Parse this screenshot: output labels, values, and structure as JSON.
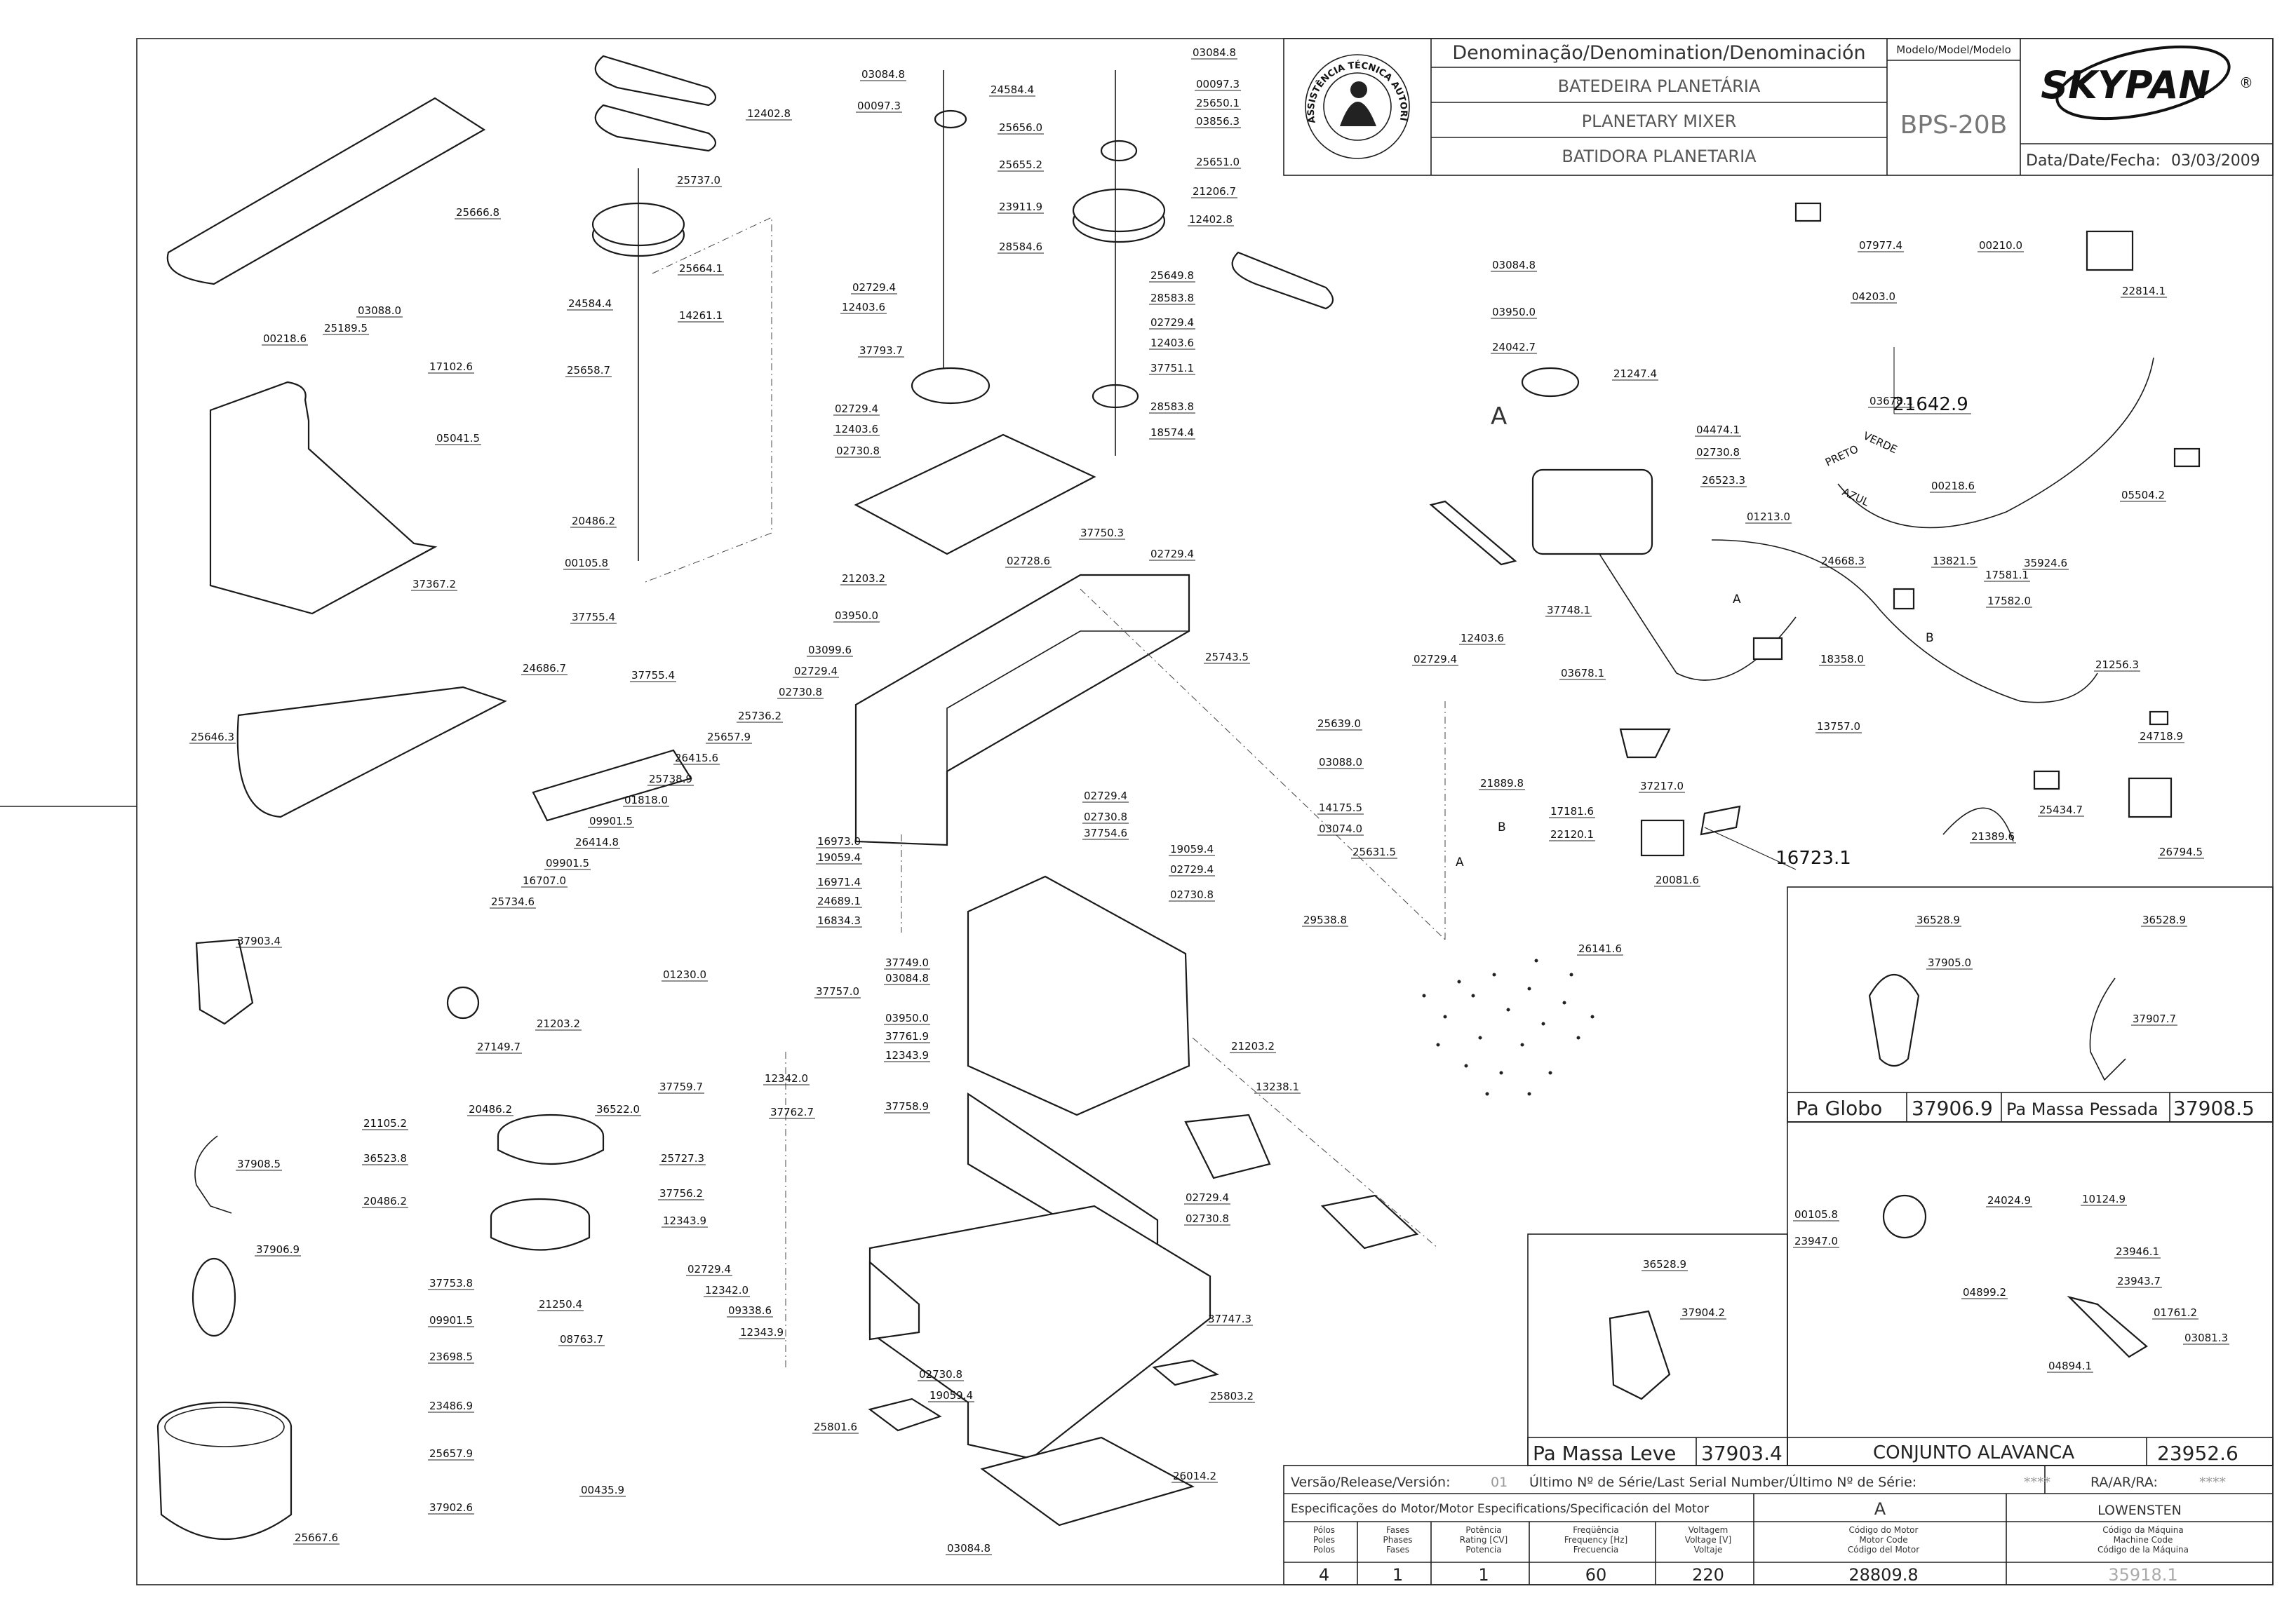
{
  "title_block": {
    "denomination_header": "Denominação/Denomination/Denominación",
    "name_pt": "BATEDEIRA PLANETÁRIA",
    "name_en": "PLANETARY MIXER",
    "name_es": "BATIDORA PLANETARIA",
    "model_header": "Modelo/Model/Modelo",
    "model": "BPS-20B",
    "brand": "SKYPAN",
    "brand_mark": "®",
    "date_label": "Data/Date/Fecha:",
    "date": "03/03/2009",
    "seal_text": "ASSISTÊNCIA TÉCNICA AUTORIZADA"
  },
  "options": [
    {
      "name": "Pa Globo",
      "code": "37906.9"
    },
    {
      "name": "Pa Massa Pessada",
      "code": "37908.5"
    },
    {
      "name": "Pa Massa Leve",
      "code": "37903.4"
    },
    {
      "name": "CONJUNTO ALAVANCA",
      "code": "23952.6"
    }
  ],
  "spec_block": {
    "version_label": "Versão/Release/Versión:",
    "version": "01",
    "serial_label": "Último Nº de Série/Last Serial Number/Último Nº de Série:",
    "serial": "****",
    "ra_label": "RA/AR/RA:",
    "ra": "****",
    "motor_spec_label": "Especificações do Motor/Motor Especifications/Specificación del Motor",
    "motor_letter": "A",
    "motor_brand": "LOWENSTEN",
    "columns": [
      {
        "header": [
          "Pólos",
          "Poles",
          "Polos"
        ],
        "value": "4"
      },
      {
        "header": [
          "Fases",
          "Phases",
          "Fases"
        ],
        "value": "1"
      },
      {
        "header": [
          "Potência",
          "Rating [CV]",
          "Potencia"
        ],
        "value": "1"
      },
      {
        "header": [
          "Freqüência",
          "Frequency [Hz]",
          "Frecuencia"
        ],
        "value": "60"
      },
      {
        "header": [
          "Voltagem",
          "Voltage [V]",
          "Voltaje"
        ],
        "value": "220"
      },
      {
        "header": [
          "Código do Motor",
          "Motor Code",
          "Código del Motor"
        ],
        "value": "28809.8"
      },
      {
        "header": [
          "Código da Máquina",
          "Machine Code",
          "Código de la Máquina"
        ],
        "value": "35918.1"
      }
    ]
  },
  "wire_labels": [
    "VERDE",
    "PRETO",
    "AZUL"
  ],
  "connector_letters": [
    "A",
    "B",
    "B",
    "A",
    "A"
  ],
  "big_labels": [
    "21642.9",
    "16723.1"
  ],
  "parts": [
    "12402.8",
    "25666.8",
    "25737.0",
    "25664.1",
    "24584.4",
    "14261.1",
    "25658.7",
    "20486.2",
    "00105.8",
    "03088.0",
    "25189.5",
    "00218.6",
    "17102.6",
    "05041.5",
    "37367.2",
    "37755.4",
    "37755.4",
    "24686.7",
    "25646.3",
    "03084.8",
    "00097.3",
    "24584.4",
    "25656.0",
    "25655.2",
    "23911.9",
    "28584.6",
    "02729.4",
    "12403.6",
    "37793.7",
    "02729.4",
    "12403.6",
    "02730.8",
    "37750.3",
    "02728.6",
    "21203.2",
    "03950.0",
    "03099.6",
    "02729.4",
    "02730.8",
    "02729.4",
    "25743.5",
    "25736.2",
    "25657.9",
    "26415.6",
    "25738.9",
    "01818.0",
    "09901.5",
    "26414.8",
    "09901.5",
    "16707.0",
    "25734.6",
    "01230.0",
    "21203.2",
    "27149.7",
    "16973.0",
    "19059.4",
    "16971.4",
    "24689.1",
    "16834.3",
    "02729.4",
    "02730.8",
    "37754.6",
    "19059.4",
    "02729.4",
    "02730.8",
    "03084.8",
    "00097.3",
    "25650.1",
    "03856.3",
    "25651.0",
    "21206.7",
    "12402.8",
    "25649.8",
    "28583.8",
    "02729.4",
    "12403.6",
    "37751.1",
    "28583.8",
    "18574.4",
    "37903.4",
    "37908.5",
    "37906.9",
    "21105.2",
    "36523.8",
    "20486.2",
    "20486.2",
    "36522.0",
    "37753.8",
    "21250.4",
    "09901.5",
    "08763.7",
    "23698.5",
    "23486.9",
    "25657.9",
    "37902.6",
    "00435.9",
    "25667.6",
    "37759.7",
    "12342.0",
    "37762.7",
    "37758.9",
    "25727.3",
    "37756.2",
    "12343.9",
    "02729.4",
    "12342.0",
    "09338.6",
    "12343.9",
    "37749.0",
    "03084.8",
    "37757.0",
    "03950.0",
    "37761.9",
    "12343.9",
    "29538.8",
    "21203.2",
    "13238.1",
    "02729.4",
    "02730.8",
    "37747.3",
    "25801.6",
    "02730.8",
    "19059.4",
    "25803.2",
    "26014.2",
    "03084.8",
    "25639.0",
    "03088.0",
    "14175.5",
    "03074.0",
    "25631.5",
    "21889.8",
    "17181.6",
    "22120.1",
    "26141.6",
    "03084.8",
    "03950.0",
    "24042.7",
    "21247.4",
    "04474.1",
    "02730.8",
    "37748.1",
    "12403.6",
    "02729.4",
    "03678.1",
    "01213.0",
    "26523.3",
    "03678.1",
    "24668.3",
    "13821.5",
    "35924.6",
    "17581.1",
    "17582.0",
    "18358.0",
    "21256.3",
    "00218.6",
    "05504.2",
    "07977.4",
    "00210.0",
    "04203.0",
    "22814.1",
    "24718.9",
    "13757.0",
    "37217.0",
    "20081.6",
    "21389.6",
    "25434.7",
    "26794.5",
    "36528.9",
    "37905.0",
    "36528.9",
    "37907.7",
    "36528.9",
    "37904.2",
    "00105.8",
    "23947.0",
    "24024.9",
    "10124.9",
    "23946.1",
    "04899.2",
    "23943.7",
    "01761.2",
    "03081.3",
    "04894.1"
  ]
}
